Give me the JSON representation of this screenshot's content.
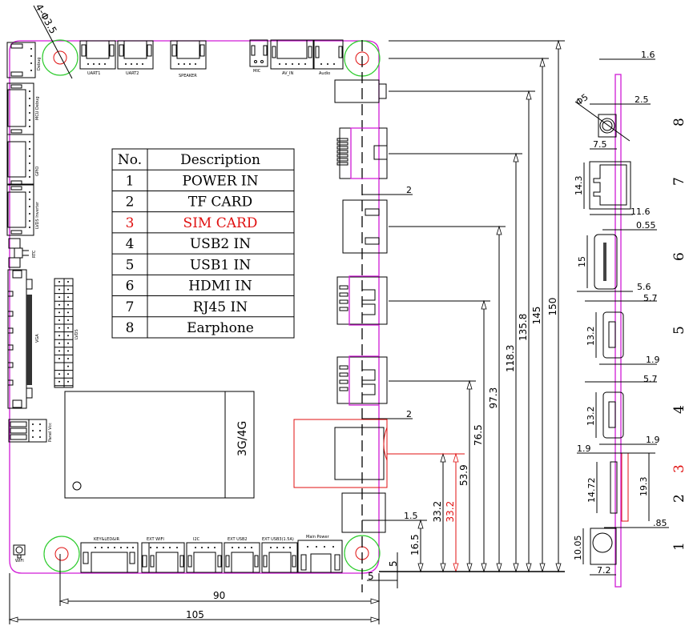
{
  "title": "Mainboard mechanical dimension drawing",
  "hole_callout": "4-Φ3.5",
  "module_label": "3G/4G",
  "table": {
    "headers": [
      "No.",
      "Description"
    ],
    "rows": [
      {
        "no": "1",
        "desc": "POWER IN",
        "highlight": false
      },
      {
        "no": "2",
        "desc": "TF CARD",
        "highlight": false
      },
      {
        "no": "3",
        "desc": "SIM CARD",
        "highlight": true
      },
      {
        "no": "4",
        "desc": "USB2 IN",
        "highlight": false
      },
      {
        "no": "5",
        "desc": "USB1 IN",
        "highlight": false
      },
      {
        "no": "6",
        "desc": "HDMI IN",
        "highlight": false
      },
      {
        "no": "7",
        "desc": "RJ45 IN",
        "highlight": false
      },
      {
        "no": "8",
        "desc": "Earphone",
        "highlight": false
      }
    ]
  },
  "connectors": {
    "top": [
      "UART1",
      "UART2",
      "SPEAKER",
      "MIC",
      "AV_IN",
      "Audio"
    ],
    "left": [
      "Debug",
      "MCU Debug",
      "GPIO",
      "LVDS Inverter",
      "RTC",
      "VGA",
      "Panel Vcc"
    ],
    "header": "LVDS",
    "bottom": [
      "KEY&LED&IR",
      "EXT WIFI",
      "I2C",
      "EXT USB2",
      "EXT USB3(1.5A)",
      "Main Power"
    ],
    "corner": "WIFI"
  },
  "dimensions": {
    "horizontal": {
      "width_total": "105",
      "hole_span": "90",
      "edge_offset": "5"
    },
    "vertical": {
      "edge_offset": "5",
      "power_in": "16.5",
      "tf_card": "33.2",
      "sim_card": "33.2",
      "usb2": "53.9",
      "usb1": "76.5",
      "hdmi": "97.3",
      "rj45": "118.3",
      "earphone": "135.8",
      "hole_span": "145",
      "height_total": "150"
    },
    "port_overhang": {
      "sim": "2",
      "usb2": "2",
      "power": "1.5"
    },
    "side_view": {
      "pcb_thickness": "1.6",
      "earphone_diameter": "Φ5",
      "earphone_overhang": "2.5",
      "earphone_depth": "7.5",
      "rj45_height": "14.3",
      "rj45_depth": "11.6",
      "hdmi_offset": "0.55",
      "hdmi_height": "15",
      "hdmi_gap": "5.6",
      "usb1_offset": "5.7",
      "usb1_height": "13.2",
      "usb1_gap": "1.9",
      "usb2_offset": "5.7",
      "usb2_height": "13.2",
      "usb2_gap": "1.9",
      "tf_offset": "1.9",
      "tf_height": "14.72",
      "sim_height": "19.3",
      "sim_gap": ".85",
      "power_height": "10.05",
      "power_depth": "7.2"
    },
    "side_labels": [
      "8",
      "7",
      "6",
      "5",
      "4",
      "3",
      "2",
      "1"
    ]
  },
  "colors": {
    "board_outline": "#d01bd6",
    "highlight": "#e01010",
    "mount_ring": "#2fcc2f"
  }
}
